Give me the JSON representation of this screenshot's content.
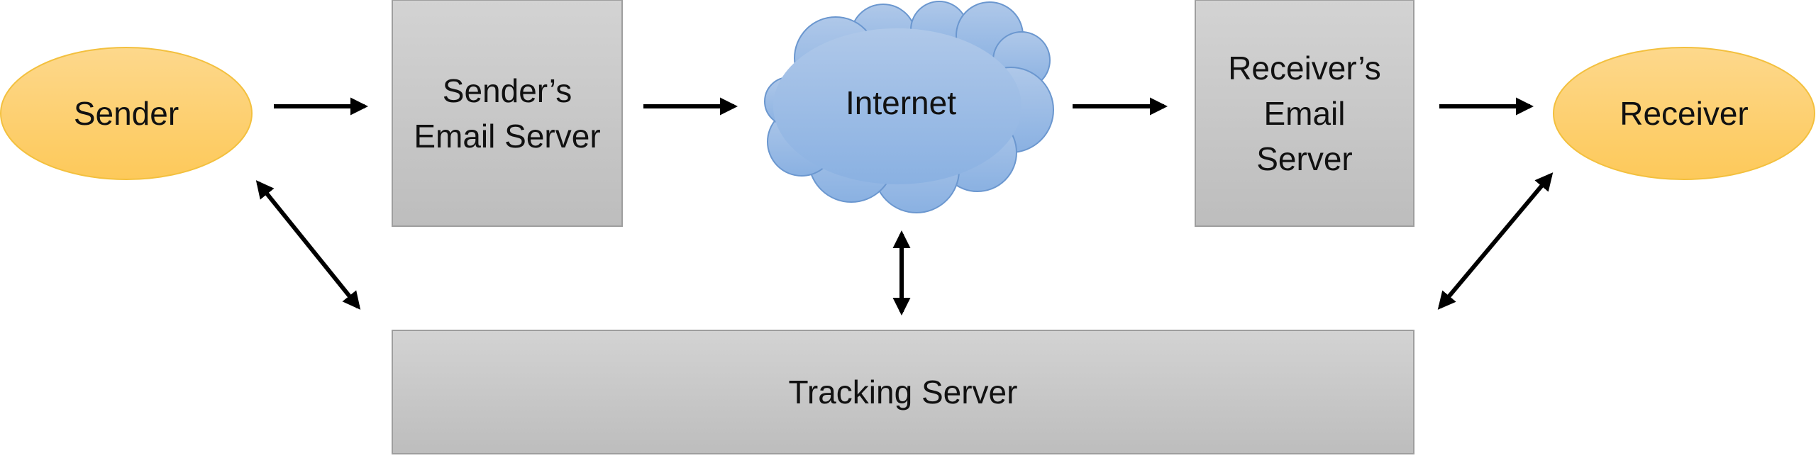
{
  "nodes": {
    "sender": {
      "label": "Sender"
    },
    "sender_server": {
      "label": "Sender’s\nEmail Server"
    },
    "internet": {
      "label": "Internet"
    },
    "receiver_server": {
      "label": "Receiver’s\nEmail\nServer"
    },
    "receiver": {
      "label": "Receiver"
    },
    "tracking_server": {
      "label": "Tracking Server"
    }
  },
  "colors": {
    "ellipse_fill_top": "#FDD88C",
    "ellipse_fill_bottom": "#FDC95A",
    "ellipse_stroke": "#F3C03E",
    "box_fill_top": "#D3D3D3",
    "box_fill_bottom": "#BDBDBD",
    "box_stroke": "#9E9E9E",
    "cloud_fill_top": "#AFC8E9",
    "cloud_fill_bottom": "#8AB1E2",
    "cloud_stroke": "#6B97CF",
    "arrow": "#000000"
  }
}
